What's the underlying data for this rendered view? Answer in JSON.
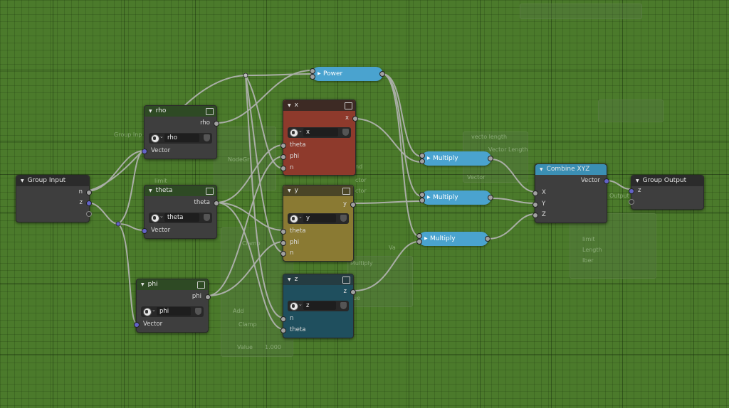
{
  "background_ghost_text": [
    "Group Inp",
    "NodeGr",
    "Clamp",
    "limit",
    "Add",
    "Value",
    "1.000",
    "vecto length",
    "Vector Length",
    "Vector",
    "Output",
    "limit",
    "Length",
    "Iber",
    "Multiply",
    "Clamp",
    "Va",
    "ue",
    "nd",
    "ctor",
    "ctor"
  ],
  "colors": {
    "canvas": "#4b7a2b",
    "group_header": "#2e4a24",
    "x_body": "#8e3a2c",
    "y_body": "#8a7a33",
    "z_body": "#1f4f5e",
    "math_pill": "#4aa3cf",
    "vector_socket": "#6363c7",
    "float_socket": "#a1a1a1"
  },
  "nodes": {
    "group_input": {
      "title": "Group Input",
      "outputs": [
        "n",
        "z"
      ]
    },
    "rho": {
      "title": "rho",
      "output": "rho",
      "field": "rho",
      "input": "Vector"
    },
    "theta": {
      "title": "theta",
      "output": "theta",
      "field": "theta",
      "input": "Vector"
    },
    "phi": {
      "title": "phi",
      "output": "phi",
      "field": "phi",
      "input": "Vector"
    },
    "x": {
      "title": "x",
      "output": "x",
      "field": "x",
      "inputs": [
        "theta",
        "phi",
        "n"
      ]
    },
    "y": {
      "title": "y",
      "output": "y",
      "field": "y",
      "inputs": [
        "theta",
        "phi",
        "n"
      ]
    },
    "z": {
      "title": "z",
      "output": "z",
      "field": "z",
      "inputs": [
        "n",
        "theta"
      ]
    },
    "power": {
      "title": "Power"
    },
    "multiply_1": {
      "title": "Multiply"
    },
    "multiply_2": {
      "title": "Multiply"
    },
    "multiply_3": {
      "title": "Multiply"
    },
    "combine_xyz": {
      "title": "Combine XYZ",
      "output": "Vector",
      "inputs": [
        "X",
        "Y",
        "Z"
      ]
    },
    "group_output": {
      "title": "Group Output",
      "input": "z"
    }
  },
  "icons": {
    "group": "node-group-icon",
    "globe": "attribute-domain-icon",
    "shield": "fake-user-icon"
  }
}
